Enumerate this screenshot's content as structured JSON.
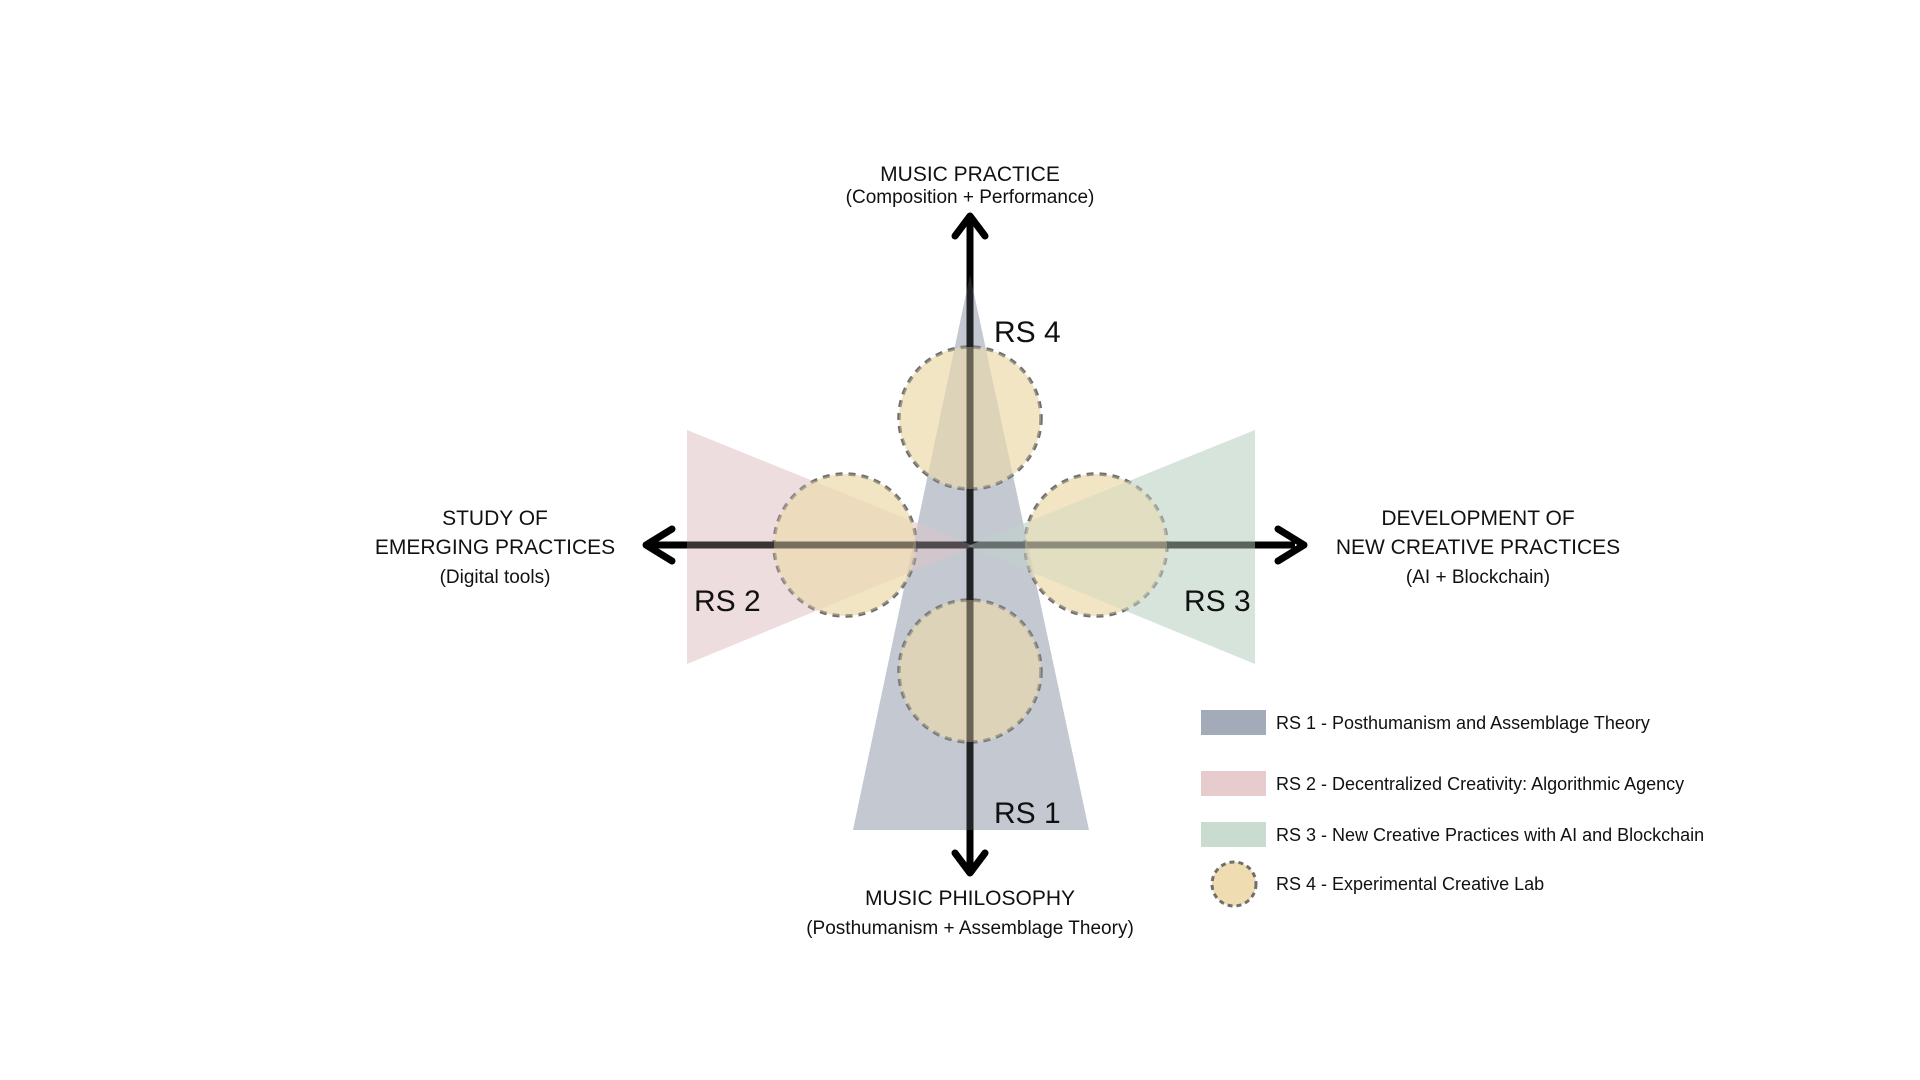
{
  "axes": {
    "top": {
      "title": "MUSIC PRACTICE",
      "subtitle": "(Composition + Performance)"
    },
    "bottom": {
      "title": "MUSIC PHILOSOPHY",
      "subtitle": "(Posthumanism + Assemblage Theory)"
    },
    "left": {
      "title_line1": "STUDY OF",
      "title_line2": "EMERGING PRACTICES",
      "subtitle": "(Digital tools)"
    },
    "right": {
      "title_line1": "DEVELOPMENT OF",
      "title_line2": "NEW CREATIVE PRACTICES",
      "subtitle": "(AI + Blockchain)"
    }
  },
  "regions": {
    "rs1": {
      "label": "RS 1",
      "color": "#a3abb8"
    },
    "rs2": {
      "label": "RS 2",
      "color": "#e6cccd"
    },
    "rs3": {
      "label": "RS 3",
      "color": "#cadbd0"
    },
    "rs4": {
      "label": "RS 4",
      "color": "#efdcb0",
      "stroke": "#6f6f6f"
    }
  },
  "legend": [
    {
      "id": "rs1",
      "text": "RS 1 - Posthumanism and Assemblage Theory",
      "swatch": "rect",
      "color": "#a3abb8"
    },
    {
      "id": "rs2",
      "text": "RS 2 - Decentralized Creativity: Algorithmic Agency",
      "swatch": "rect",
      "color": "#e6cccd"
    },
    {
      "id": "rs3",
      "text": "RS 3 - New Creative Practices with AI and Blockchain",
      "swatch": "rect",
      "color": "#cadbd0"
    },
    {
      "id": "rs4",
      "text": "RS 4 - Experimental Creative Lab",
      "swatch": "circle",
      "color": "#efdcb0"
    }
  ]
}
